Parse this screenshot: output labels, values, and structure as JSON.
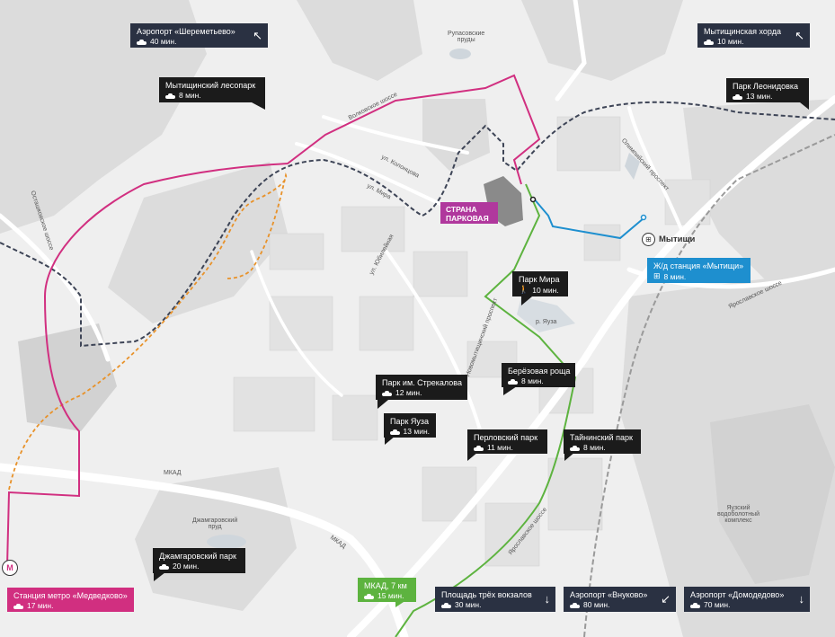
{
  "colors": {
    "pink": "#d12f80",
    "blue": "#1e8fcf",
    "green": "#5db33f",
    "orange": "#e8922a",
    "dashed": "#3d4456",
    "brand": "#b0389d",
    "card": "#1b1b1b"
  },
  "map": {
    "labels": {
      "rupasovskie": "Рупасовские\nпруды",
      "volkovskoe": "Волковское шоссе",
      "kolontsova": "ул. Колонцова",
      "mira": "ул. Мира",
      "yubileynaya": "ул. Юбилейная",
      "novomytishchinsky": "Новомытищинский проспект",
      "olimpiysky": "Олимпийский проспект",
      "ostashkovskoe": "Осташковское шоссе",
      "yaroslavskoe_e": "Ярославское шоссе",
      "yaroslavskoe_s": "Ярославское шоссе",
      "yauza_river": "р. Яуза",
      "mkad_1": "МКАД",
      "mkad_2": "МКАД",
      "dzhamgarovsky_pond": "Джамгаровский\nпруд",
      "yauzsky_complex": "Яузский\nводоболотный\nкомплекс"
    },
    "brand": {
      "line1": "СТРАНА",
      "line2": "ПАРКОВАЯ"
    },
    "station": {
      "icon": "train-icon",
      "name": "Мытищи"
    },
    "metro_icon": "М"
  },
  "cards": {
    "sheremetyevo": {
      "title": "Аэропорт «Шереметьево»",
      "time": "40 мин.",
      "mode": "car-icon",
      "arrow": "↖"
    },
    "horda": {
      "title": "Мытищинская хорда",
      "time": "10 мин.",
      "mode": "car-icon",
      "arrow": "↖"
    },
    "lesopark": {
      "title": "Мытищинский лесопарк",
      "time": "8 мин.",
      "mode": "car-icon"
    },
    "leonidovka": {
      "title": "Парк Леонидовка",
      "time": "13 мин.",
      "mode": "car-icon"
    },
    "zhd": {
      "title": "Ж/д станция «Мытищи»",
      "time": "8 мин.",
      "mode": "train-icon"
    },
    "mira_park": {
      "title": "Парк Мира",
      "time": "10 мин.",
      "mode": "walk-icon"
    },
    "berezovaya": {
      "title": "Берёзовая роща",
      "time": "8 мин.",
      "mode": "car-icon"
    },
    "strekalova": {
      "title": "Парк им. Стрекалова",
      "time": "12 мин.",
      "mode": "car-icon"
    },
    "yauza_park": {
      "title": "Парк Яуза",
      "time": "13 мин.",
      "mode": "car-icon"
    },
    "perlovsky": {
      "title": "Перловский парк",
      "time": "11 мин.",
      "mode": "car-icon"
    },
    "tayninsky": {
      "title": "Тайнинский парк",
      "time": "8 мин.",
      "mode": "car-icon"
    },
    "dzhamgarovsky": {
      "title": "Джамгаровский парк",
      "time": "20 мин.",
      "mode": "car-icon"
    },
    "medvedkovo": {
      "title": "Станция метро «Медведково»",
      "time": "17 мин.",
      "mode": "car-icon"
    },
    "mkad": {
      "title": "МКАД, 7 км",
      "time": "15 мин.",
      "mode": "car-icon"
    },
    "vokzaly": {
      "title": "Площадь трёх вокзалов",
      "time": "30 мин.",
      "mode": "car-icon",
      "arrow": "↓"
    },
    "vnukovo": {
      "title": "Аэропорт «Внуково»",
      "time": "80 мин.",
      "mode": "car-icon",
      "arrow": "↙"
    },
    "domodedovo": {
      "title": "Аэропорт «Домодедово»",
      "time": "70 мин.",
      "mode": "car-icon",
      "arrow": "↓"
    }
  }
}
